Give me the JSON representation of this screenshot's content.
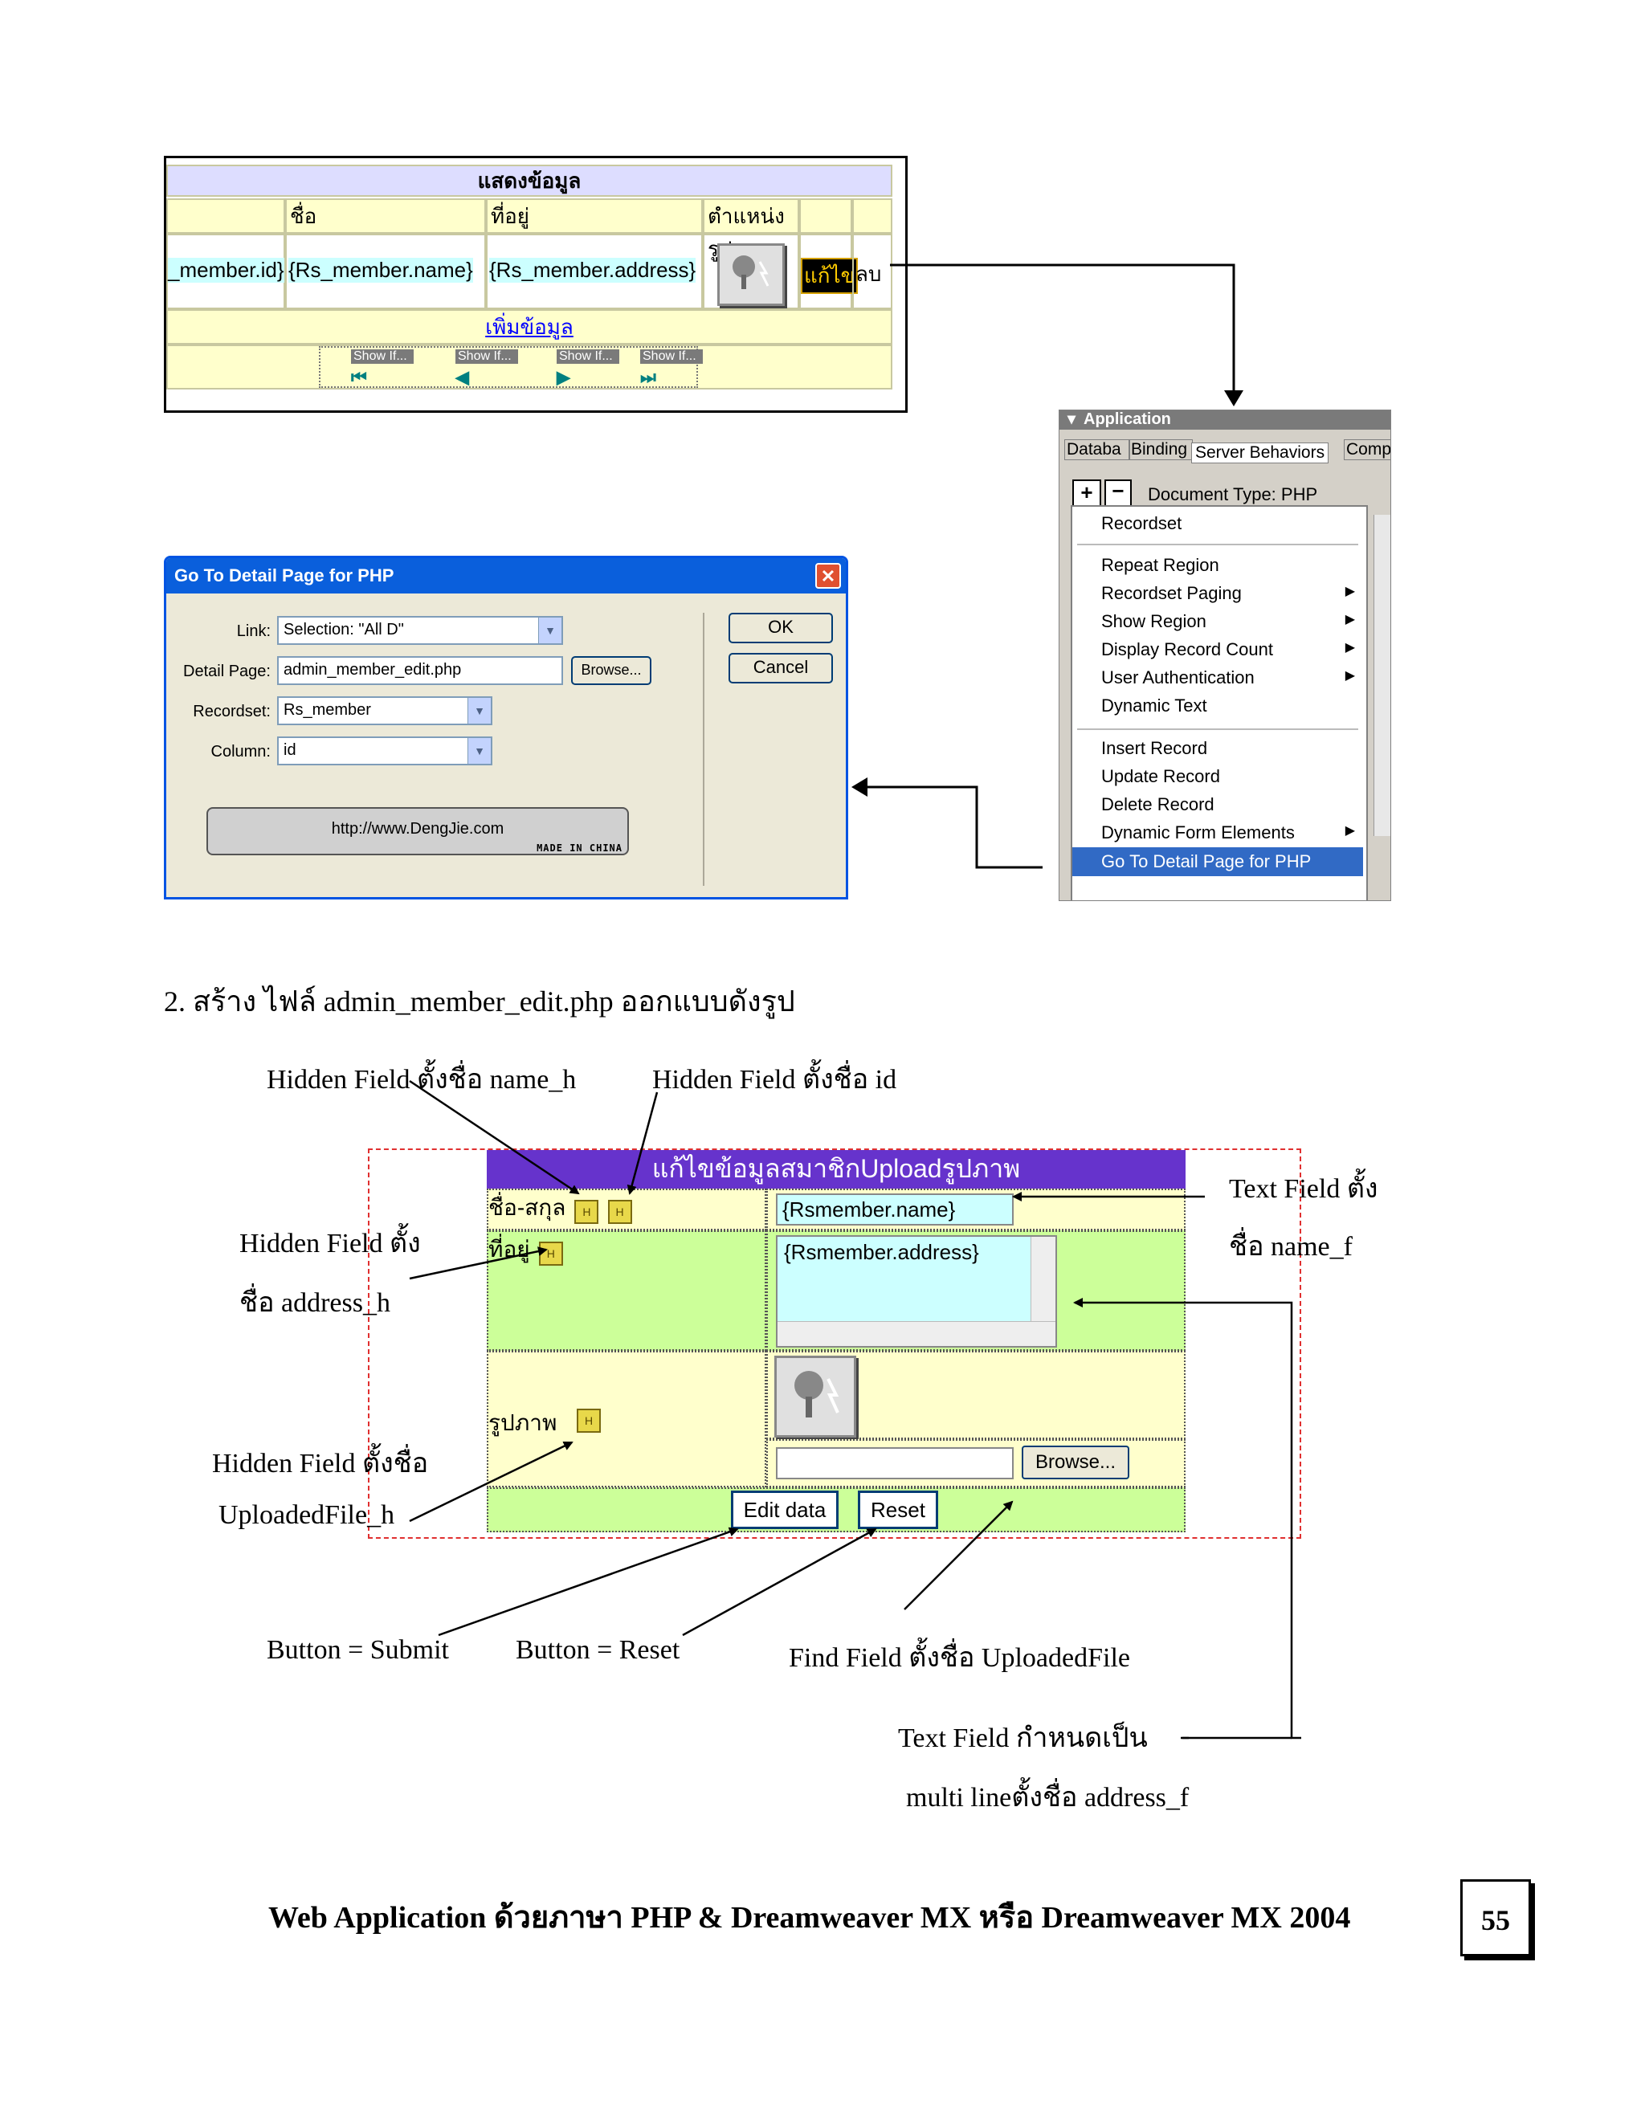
{
  "display_table": {
    "title": "แสดงข้อมูล",
    "col_headers": [
      "ชื่อ",
      "ที่อยู่",
      "ตำแหน่งรูป"
    ],
    "cells": [
      "_member.id}",
      "{Rs_member.name}",
      "{Rs_member.address}"
    ],
    "edit_link": "แก้ไข",
    "delete_link": "ลบ",
    "add_link": "เพิ่มข้อมูล",
    "show_if_labels": [
      "Show If...",
      "Show If...",
      "Show If...",
      "Show If..."
    ]
  },
  "app_panel": {
    "title": "Application",
    "tabs": [
      "Databa",
      "Binding",
      "Server Behaviors",
      "Compo"
    ],
    "doc_type": "Document Type: PHP",
    "menu_items": [
      {
        "label": "Recordset",
        "submenu": false
      },
      {
        "label": "Repeat Region",
        "submenu": false
      },
      {
        "label": "Recordset Paging",
        "submenu": true
      },
      {
        "label": "Show Region",
        "submenu": true
      },
      {
        "label": "Display Record Count",
        "submenu": true
      },
      {
        "label": "User Authentication",
        "submenu": true
      },
      {
        "label": "Dynamic Text",
        "submenu": false
      },
      {
        "label": "Insert Record",
        "submenu": false
      },
      {
        "label": "Update Record",
        "submenu": false
      },
      {
        "label": "Delete Record",
        "submenu": false
      },
      {
        "label": "Dynamic Form Elements",
        "submenu": true
      },
      {
        "label": "Go To Detail Page for PHP",
        "submenu": false
      }
    ]
  },
  "dialog": {
    "title": "Go To Detail Page for PHP",
    "link_label": "Link:",
    "link_value": "Selection: \"All D\"",
    "detail_page_label": "Detail Page:",
    "detail_page_value": "admin_member_edit.php",
    "browse_label": "Browse...",
    "recordset_label": "Recordset:",
    "recordset_value": "Rs_member",
    "column_label": "Column:",
    "column_value": "id",
    "ok_label": "OK",
    "cancel_label": "Cancel",
    "banner_url": "http://www.DengJie.com",
    "banner_tag": "MADE IN CHINA"
  },
  "step_text": "2. สร้าง ไฟล์ admin_member_edit.php ออกแบบดังรูป",
  "form_mock": {
    "header": "แก้ไขข้อมูลสมาชิกUploadรูปภาพ",
    "name_label": "ชื่อ-สกุล",
    "name_value": "{Rsmember.name}",
    "address_label": "ที่อยู่",
    "address_value": "{Rsmember.address}",
    "picture_label": "รูปภาพ",
    "browse_label": "Browse...",
    "submit_label": "Edit data",
    "reset_label": "Reset"
  },
  "annotations": {
    "hidden_name": "Hidden Field ตั้งชื่อ name_h",
    "hidden_id": "Hidden Field ตั้งชื่อ id",
    "text_field_line1": "Text Field ตั้ง",
    "text_field_line2": "ชื่อ name_f",
    "hidden_address_line1": "Hidden Field ตั้ง",
    "hidden_address_line2": "ชื่อ address_h",
    "hidden_uploaded_line1": "Hidden Field ตั้งชื่อ",
    "hidden_uploaded_line2": "UploadedFile_h",
    "button_submit": "Button = Submit",
    "button_reset": "Button = Reset",
    "find_field": "Find Field ตั้งชื่อ UploadedFile",
    "multiline_line1": "Text Field กำหนดเป็น",
    "multiline_line2": "multi lineตั้งชื่อ address_f"
  },
  "footer": {
    "title": "Web Application ด้วยภาษา PHP & Dreamweaver MX หรือ Dreamweaver MX 2004",
    "page_number": "55"
  }
}
